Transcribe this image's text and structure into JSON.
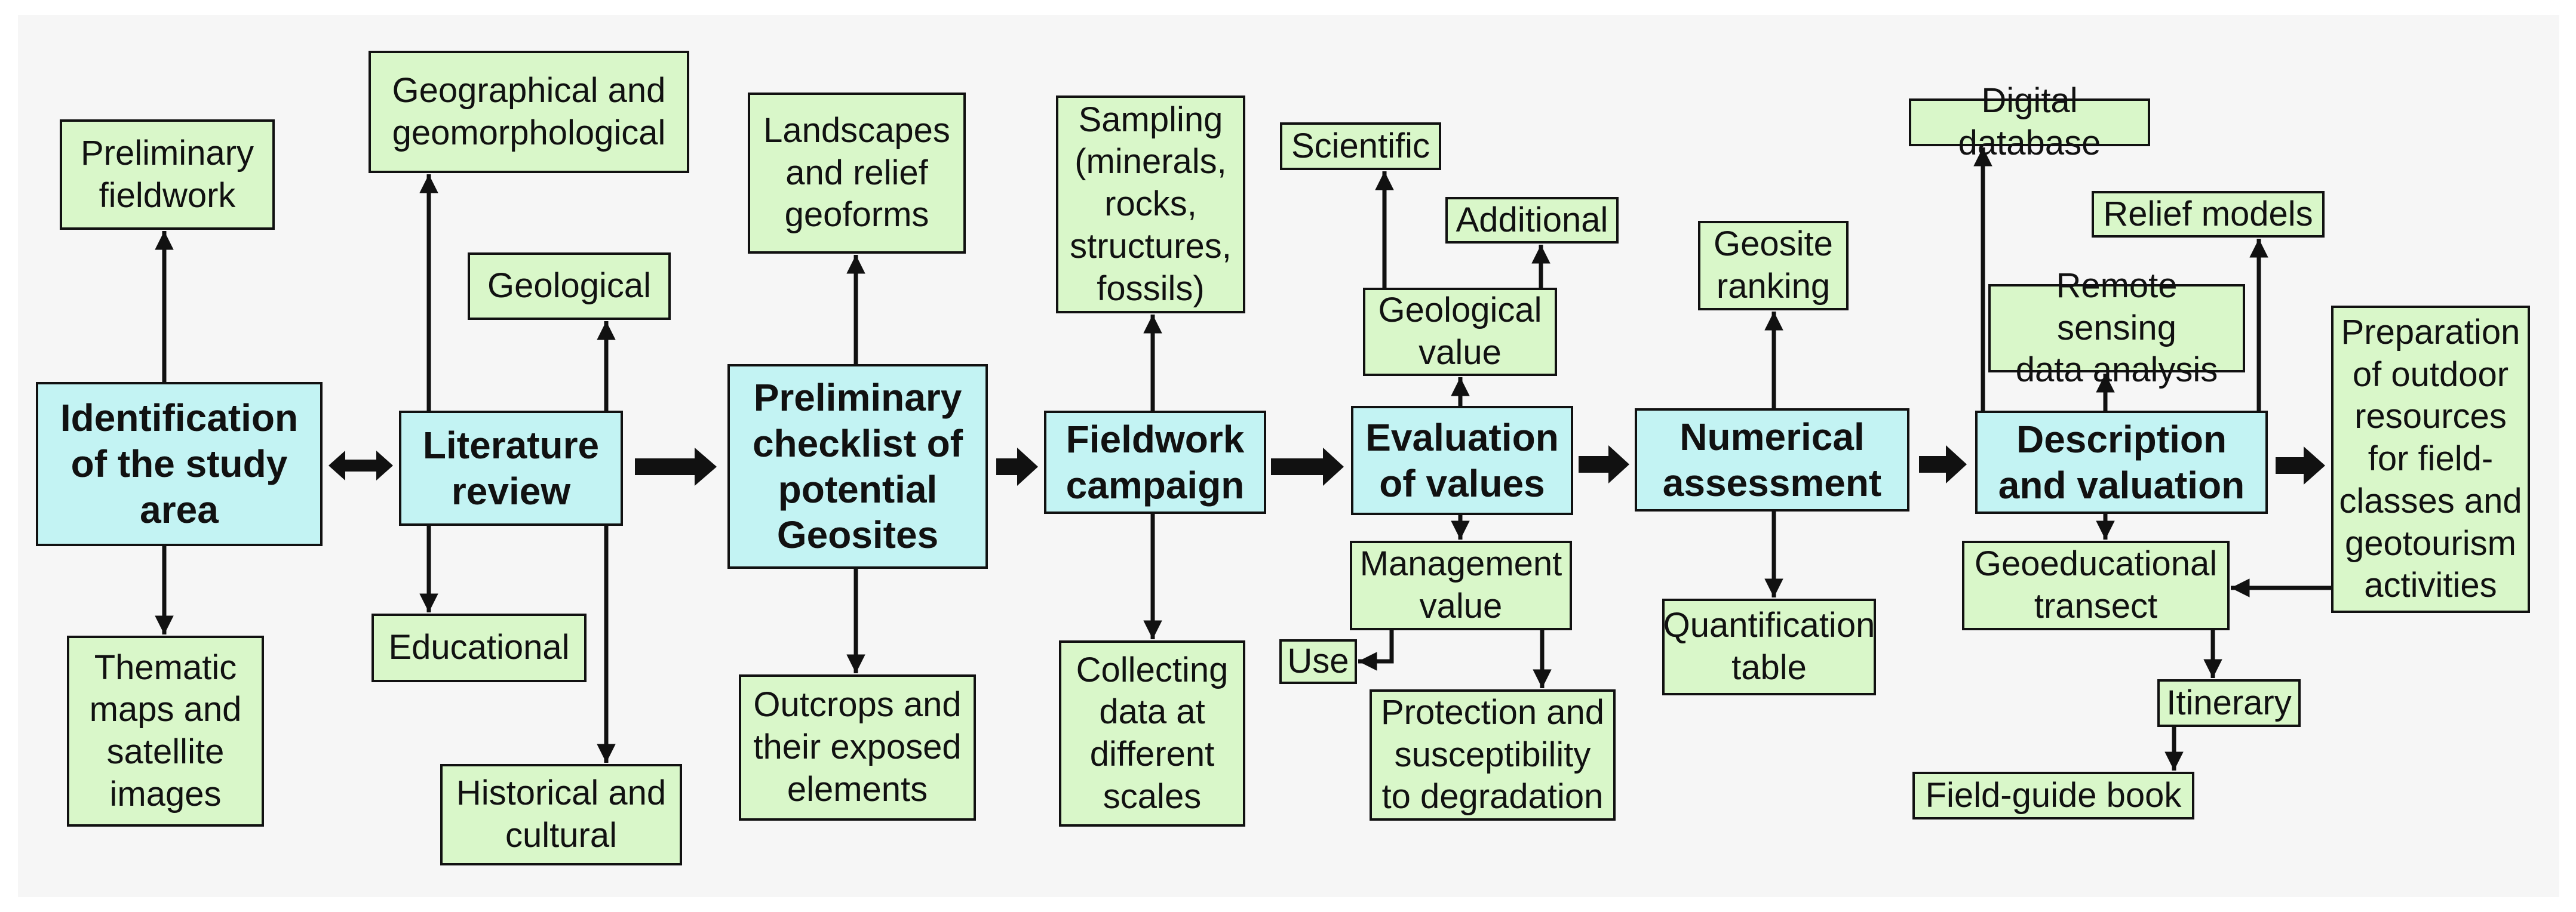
{
  "main": {
    "identification": "Identification\nof the study\narea",
    "literature": "Literature\nreview",
    "checklist": "Preliminary\nchecklist of\npotential\nGeosites",
    "fieldwork": "Fieldwork\ncampaign",
    "evaluation": "Evaluation\nof values",
    "numerical": "Numerical\nassessment",
    "description": "Description\nand valuation"
  },
  "boxes": {
    "preliminary_fieldwork": "Preliminary\nfieldwork",
    "thematic_maps": "Thematic\nmaps and\nsatellite\nimages",
    "geographical": "Geographical and\ngeomorphological",
    "geological": "Geological",
    "educational": "Educational",
    "historical": "Historical and\ncultural",
    "landscapes": "Landscapes\nand relief\ngeoforms",
    "outcrops": "Outcrops and\ntheir exposed\nelements",
    "sampling": "Sampling\n(minerals,\nrocks,\nstructures,\nfossils)",
    "collecting": "Collecting\ndata at\ndifferent\nscales",
    "scientific": "Scientific",
    "additional": "Additional",
    "geological_value": "Geological\nvalue",
    "management_value": "Management\nvalue",
    "use": "Use",
    "protection": "Protection and\nsusceptibility\nto degradation",
    "geosite_ranking": "Geosite\nranking",
    "quantification": "Quantification\ntable",
    "digital_database": "Digital database",
    "relief_models": "Relief models",
    "remote_sensing": "Remote sensing\ndata analysis",
    "preparation": "Preparation\nof outdoor\nresources\nfor field-\nclasses and\ngeotourism\nactivities",
    "geoeducational": "Geoeducational\ntransect",
    "itinerary": "Itinerary",
    "field_guide": "Field-guide book"
  },
  "colors": {
    "main_fill": "#c3f3f3",
    "box_fill": "#d9f7c9",
    "stroke": "#111111",
    "background": "#f6f6f6"
  }
}
